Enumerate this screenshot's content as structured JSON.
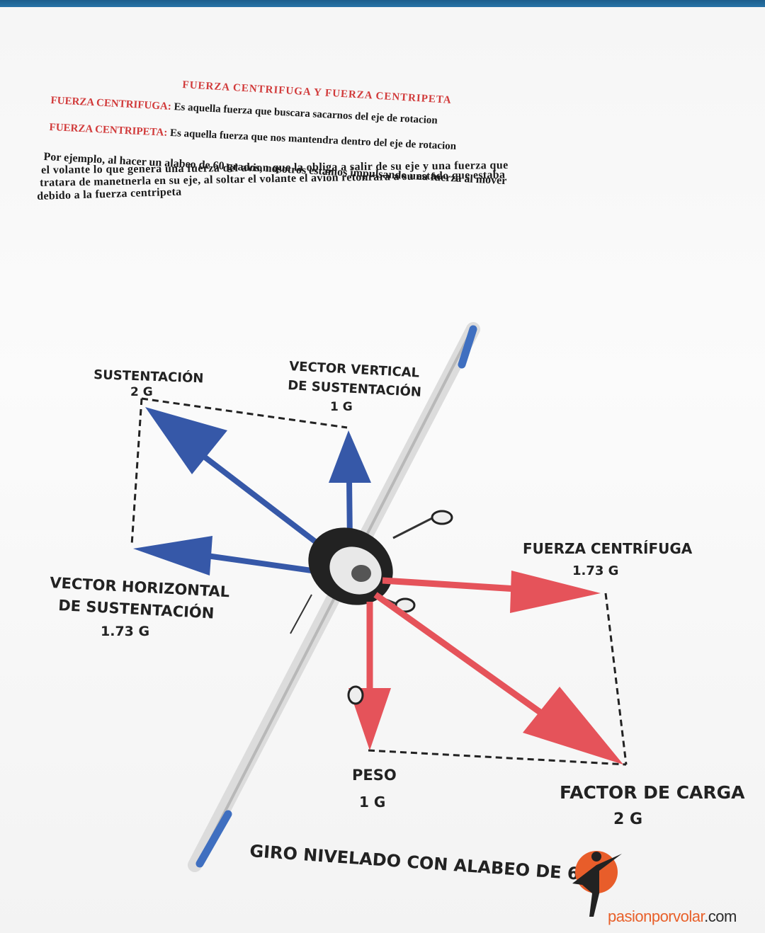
{
  "document": {
    "title": "FUERZA CENTRIFUGA Y FUERZA CENTRIPETA",
    "definitions": [
      {
        "term": "FUERZA CENTRIFUGA:",
        "text": " Es aquella fuerza que buscara sacarnos del eje de rotacion"
      },
      {
        "term": "FUERZA CENTRIPETA:",
        "text": " Es aquella fuerza que nos mantendra dentro del eje de rotacion"
      }
    ],
    "paragraph_lines": [
      "Por ejemplo, al hacer un alabeo de 60 grados, nosotros estamos impulsando una fuerza al mover",
      "el volante lo que genera una fuerza del avion que la obliga a salir de su eje y una fuerza que",
      "tratara de manetnerla en su eje, al soltar el volante el avion retonrara a su estado que estaba",
      "debido a la fuerza centripeta"
    ]
  },
  "diagram": {
    "labels": {
      "sustentacion": "SUSTENTACIÓN",
      "sustentacion_value": "2 G",
      "vertical_line1": "VECTOR VERTICAL",
      "vertical_line2": "DE SUSTENTACIÓN",
      "vertical_value": "1 G",
      "horizontal_line1": "VECTOR HORIZONTAL",
      "horizontal_line2": "DE SUSTENTACIÓN",
      "horizontal_value": "1.73 G",
      "centrifuga": "FUERZA CENTRÍFUGA",
      "centrifuga_value": "1.73 G",
      "peso": "PESO",
      "peso_value": "1 G",
      "factor": "FACTOR DE CARGA",
      "factor_value": "2 G"
    },
    "caption": "GIRO NIVELADO CON ALABEO DE 60º",
    "colors": {
      "lift": "#3658a8",
      "load": "#e5535a"
    }
  },
  "logo": {
    "brand": "pasionporvolar",
    "tld": ".com"
  }
}
